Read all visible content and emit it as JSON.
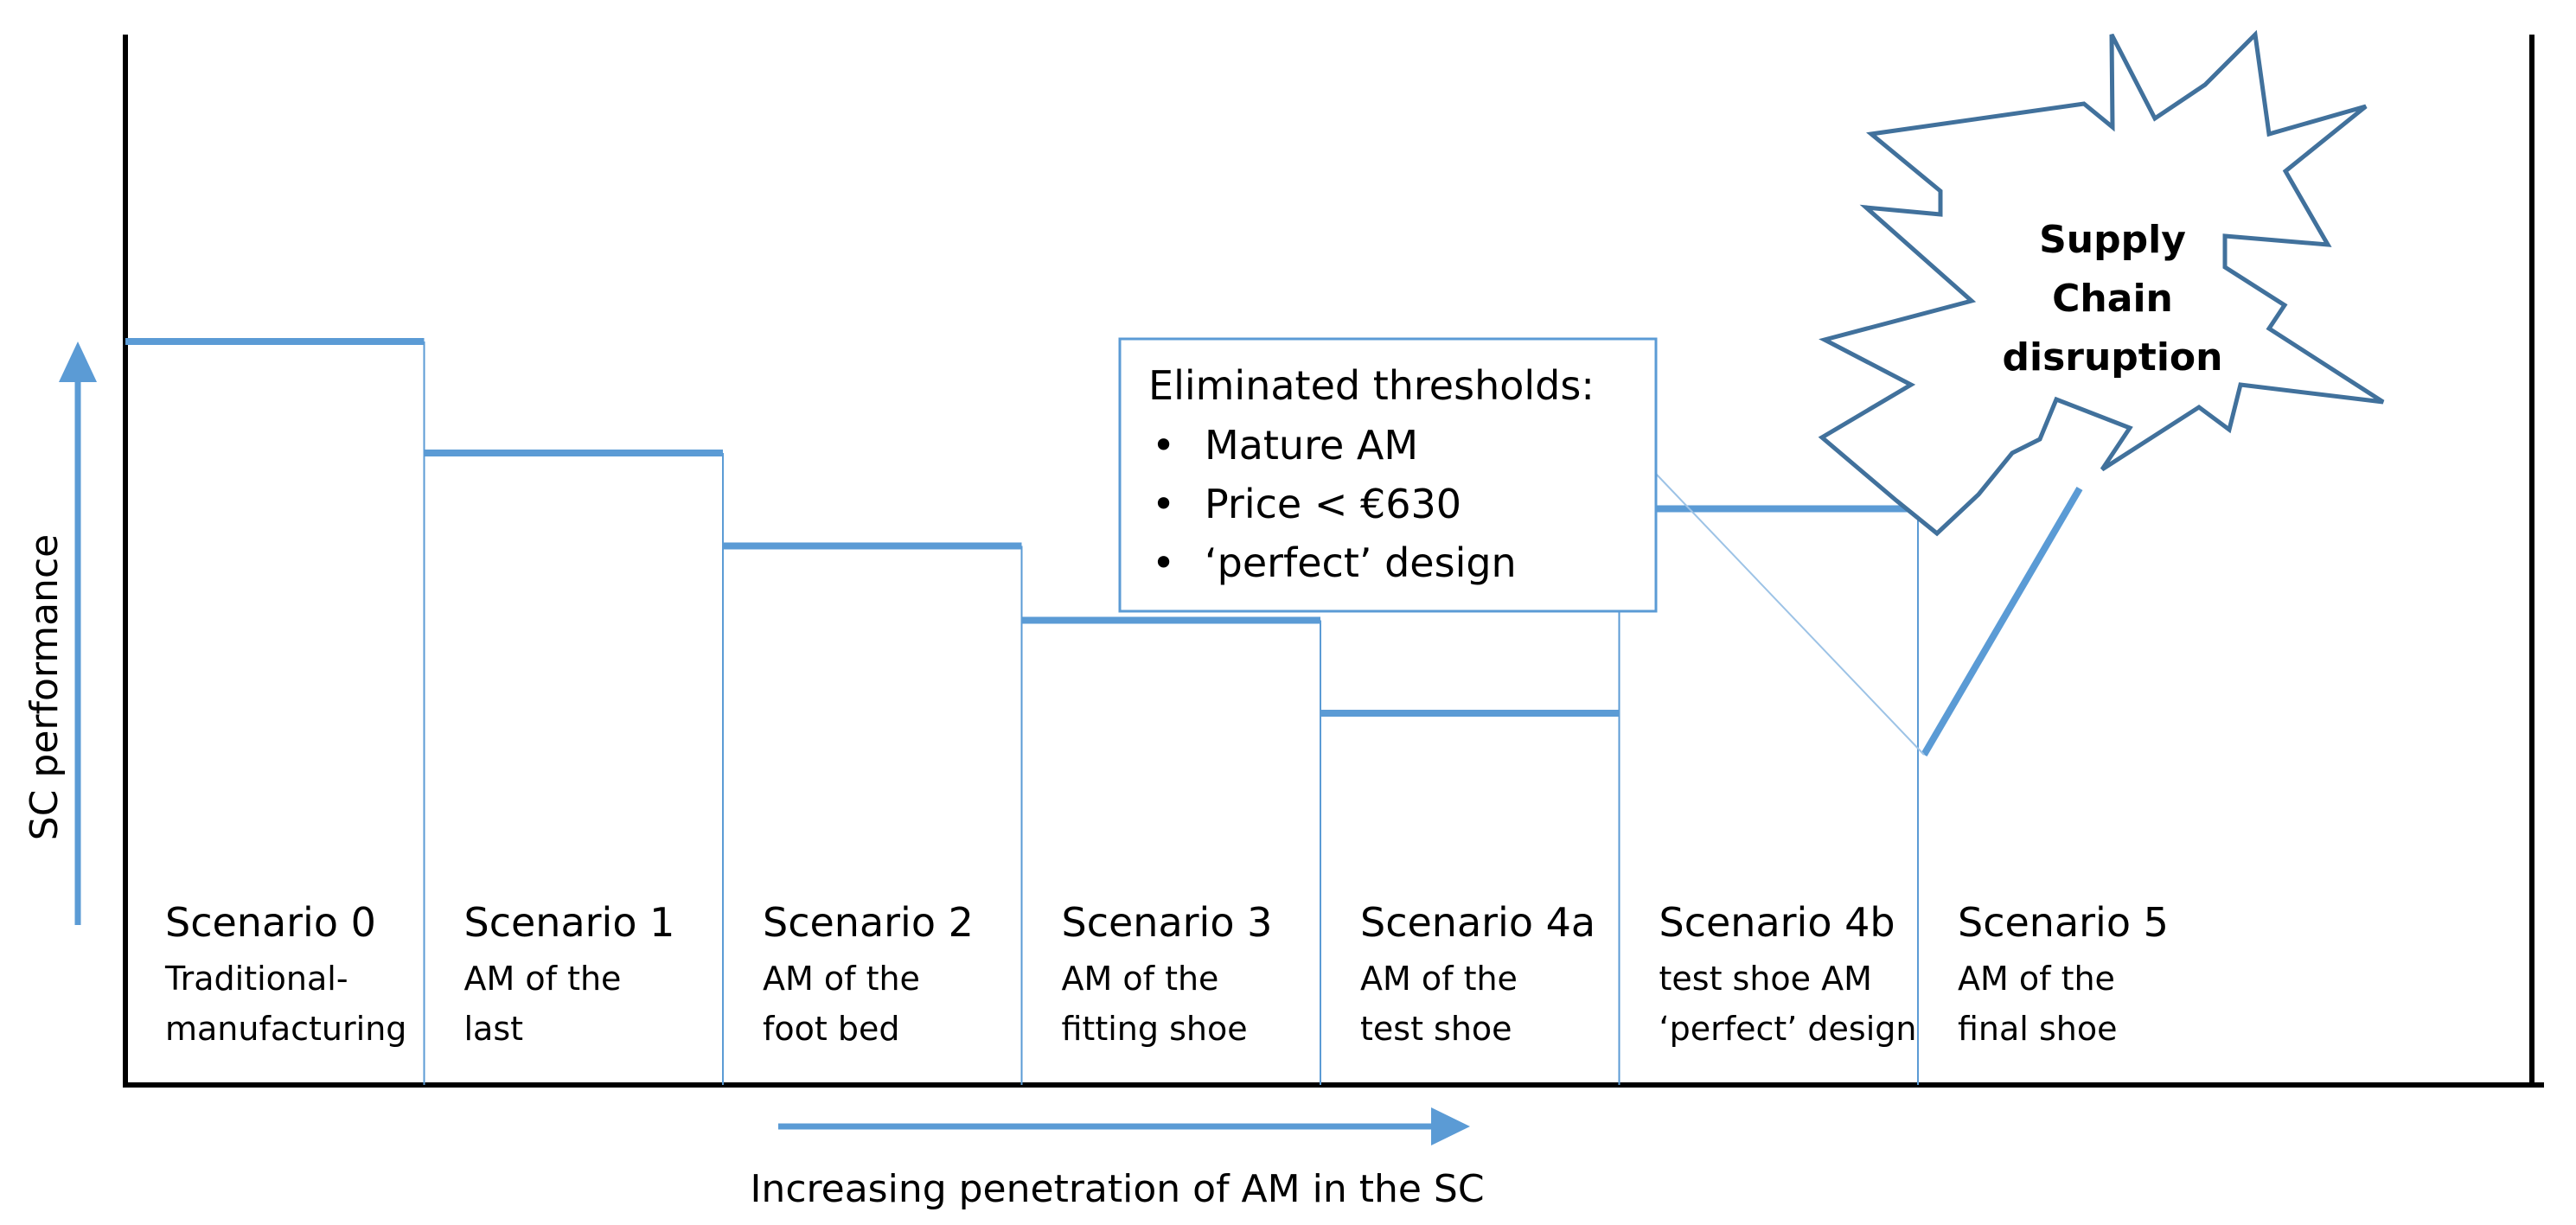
{
  "y_axis_label": "SC performance",
  "x_axis_label": "Increasing penetration of AM in the SC",
  "colors": {
    "step_line": "#5b9bd5",
    "burst_outline": "#41719c",
    "axis": "#000000",
    "callout_border": "#5b9bd5",
    "text": "#000000"
  },
  "scenarios": [
    {
      "title": "Scenario 0",
      "desc1": "Traditional-",
      "desc2": "manufacturing",
      "performance_level": 0.4
    },
    {
      "title": "Scenario 1",
      "desc1": "AM of the",
      "desc2": "last",
      "performance_level": 0.34
    },
    {
      "title": "Scenario 2",
      "desc1": "AM of the",
      "desc2": "foot bed",
      "performance_level": 0.29
    },
    {
      "title": "Scenario 3",
      "desc1": "AM of the",
      "desc2": "fitting shoe",
      "performance_level": 0.25
    },
    {
      "title": "Scenario 4a",
      "desc1": "AM of the",
      "desc2": "test shoe",
      "performance_level": 0.2
    },
    {
      "title": "Scenario 4b",
      "desc1": "test shoe AM",
      "desc2": "‘perfect’ design",
      "performance_level": 0.31
    },
    {
      "title": "Scenario 5",
      "desc1": "AM of the",
      "desc2": "final shoe",
      "performance_level": null
    }
  ],
  "callout": {
    "heading": "Eliminated thresholds:",
    "bullets": [
      "Mature AM",
      "Price < €630",
      "‘perfect’ design"
    ]
  },
  "burst": {
    "lines": [
      "Supply",
      "Chain",
      "disruption"
    ]
  }
}
